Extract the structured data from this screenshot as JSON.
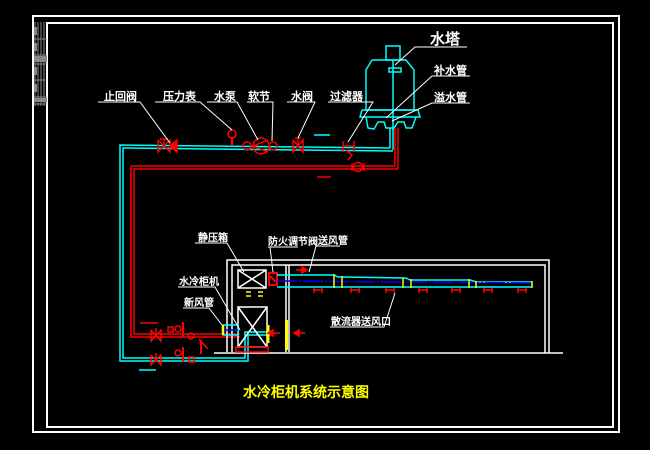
{
  "drawing": {
    "title": "水冷柜机系统示意图",
    "colors": {
      "background": "#000000",
      "frame": "#ffffff",
      "cooling_water_supply": "#00ffff",
      "cooling_water_return": "#ff0000",
      "air_duct_axis": "#0000ff",
      "title": "#ffff00"
    },
    "labels": {
      "cooling_tower": "水塔",
      "makeup_water_pipe": "补水管",
      "overflow_pipe": "溢水管",
      "check_valve": "止回阀",
      "pressure_gauge": "压力表",
      "water_pump": "水泵",
      "soft_joint": "软节",
      "water_valve": "水阀",
      "filter": "过滤器",
      "static_pressure_box": "静压箱",
      "fire_damper": "防火调节阀",
      "supply_air_duct": "送风管",
      "water_cooled_unit": "水冷柜机",
      "fresh_air_pipe": "新风管",
      "diffuser": "散流器送风口"
    }
  }
}
